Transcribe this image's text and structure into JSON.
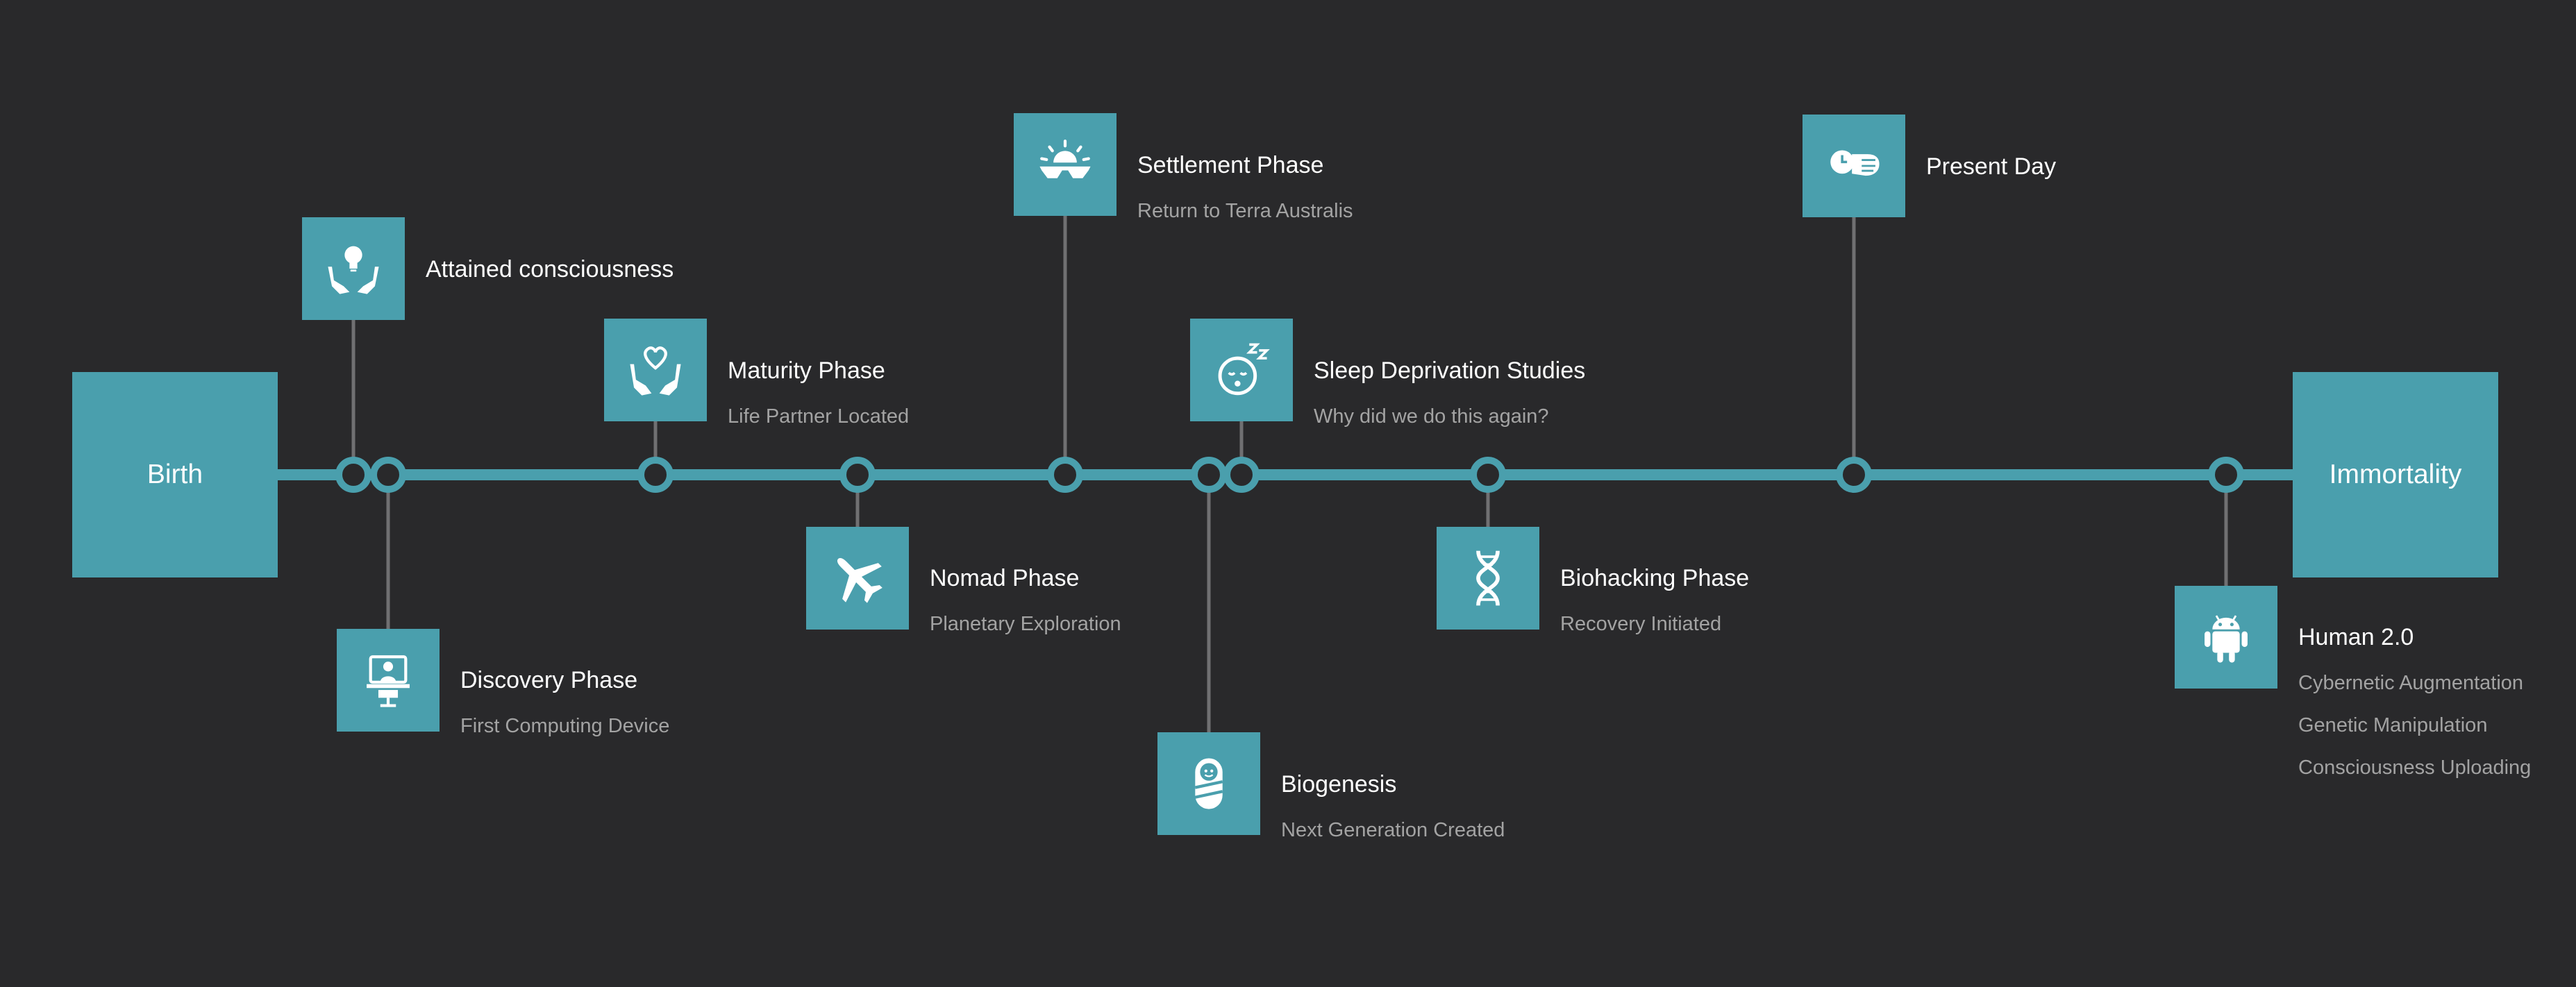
{
  "colors": {
    "background": "#29292b",
    "accent": "#4a9fad",
    "connector": "#707072",
    "title": "#ffffff",
    "subtitle": "#a3a3a3"
  },
  "start": {
    "label": "Birth"
  },
  "end": {
    "label": "Immortality"
  },
  "events": [
    {
      "title": "Attained consciousness",
      "icon": "hands-lightbulb-icon"
    },
    {
      "title": "Discovery Phase",
      "subtitle": "First Computing Device",
      "icon": "computer-user-icon"
    },
    {
      "title": "Maturity Phase",
      "subtitle": "Life Partner Located",
      "icon": "hands-heart-icon"
    },
    {
      "title": "Nomad Phase",
      "subtitle": "Planetary Exploration",
      "icon": "airplane-icon"
    },
    {
      "title": "Settlement Phase",
      "subtitle": "Return to Terra Australis",
      "icon": "sunglasses-sun-icon"
    },
    {
      "title": "Biogenesis",
      "subtitle": "Next Generation Created",
      "icon": "swaddled-baby-icon"
    },
    {
      "title": "Sleep Deprivation Studies",
      "subtitle": "Why did we do this again?",
      "icon": "sleepy-face-icon"
    },
    {
      "title": "Biohacking Phase",
      "subtitle": "Recovery Initiated",
      "icon": "dna-icon"
    },
    {
      "title": "Present Day",
      "icon": "wristwatch-icon"
    },
    {
      "title": "Human 2.0",
      "subtitles": [
        "Cybernetic Augmentation",
        "Genetic Manipulation",
        "Consciousness Uploading"
      ],
      "icon": "android-robot-icon"
    }
  ]
}
